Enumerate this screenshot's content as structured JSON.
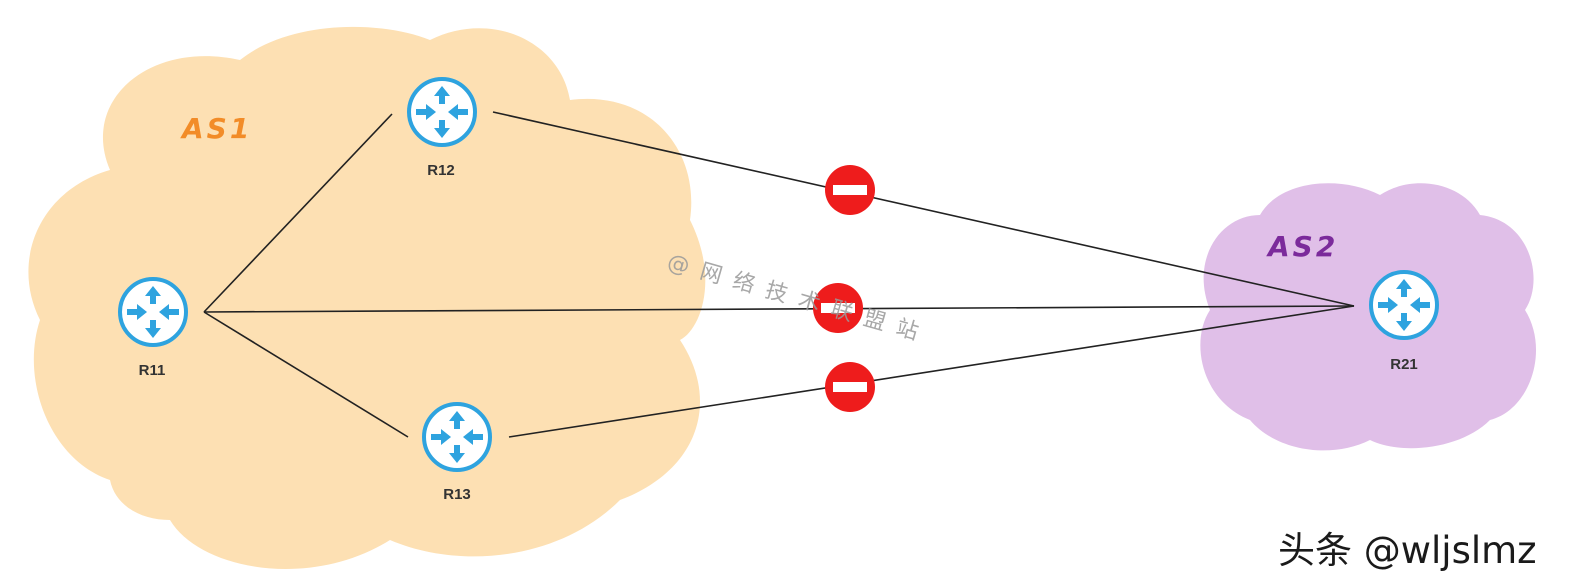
{
  "clouds": [
    {
      "name": "AS1",
      "fill": "#fde0b3",
      "label_color": "#f28c28"
    },
    {
      "name": "AS2",
      "fill": "#e0bfe8",
      "label_color": "#7b2a9b"
    }
  ],
  "routers": {
    "r11": "R11",
    "r12": "R12",
    "r13": "R13",
    "r21": "R21"
  },
  "router_icon": "router-icon",
  "blocked_icon": "no-entry-icon",
  "colors": {
    "router_ring": "#2ea3df",
    "blocked": "#ee1c1c",
    "link": "#222222"
  },
  "watermark": "@网络技术联盟站",
  "credit": "头条 @wljslmz"
}
